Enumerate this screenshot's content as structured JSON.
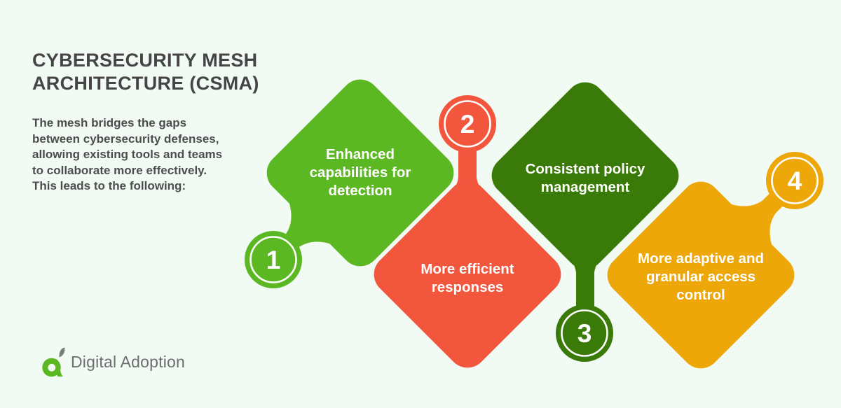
{
  "colors": {
    "background": "#f2faf4",
    "bright_green": "#5cb822",
    "red": "#f2573e",
    "dark_green": "#3a7a08",
    "amber": "#eda708",
    "heading_text": "#454547",
    "body_text": "#4d4d4f",
    "label_text": "#ffffff",
    "logo_text_gray": "#6d6e70",
    "logo_leaf_gray": "#7b7c7e"
  },
  "header": {
    "title_line1": "CYBERSECURITY MESH",
    "title_line2": "ARCHITECTURE (CSMA)",
    "intro_lines": [
      "The mesh bridges the gaps",
      "between cybersecurity defenses,",
      "allowing existing tools and teams",
      "to collaborate more effectively.",
      "This leads to the following:"
    ]
  },
  "items": [
    {
      "number": "1",
      "label": "Enhanced capabilities for detection",
      "color": "#5cb822"
    },
    {
      "number": "2",
      "label": "More efficient responses",
      "color": "#f2573e"
    },
    {
      "number": "3",
      "label": "Consistent policy management",
      "color": "#3a7a08"
    },
    {
      "number": "4",
      "label": "More adaptive and granular access control",
      "color": "#eda708"
    }
  ],
  "footer": {
    "logo_text": "Digital Adoption"
  }
}
